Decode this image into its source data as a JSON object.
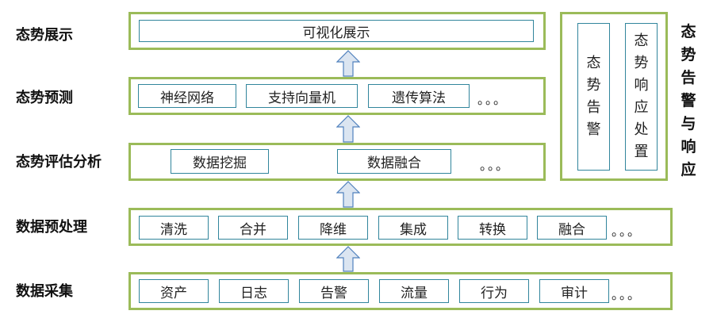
{
  "layers": {
    "display": {
      "label": "态势展示",
      "items": [
        "可视化展示"
      ]
    },
    "predict": {
      "label": "态势预测",
      "items": [
        "神经网络",
        "支持向量机",
        "遗传算法"
      ],
      "more": "。。。"
    },
    "assess": {
      "label": "态势评估分析",
      "items": [
        "数据挖掘",
        "数据融合"
      ],
      "more": "。。。"
    },
    "preprocess": {
      "label": "数据预处理",
      "items": [
        "清洗",
        "合并",
        "降维",
        "集成",
        "转换",
        "融合"
      ],
      "more": "。。。"
    },
    "collect": {
      "label": "数据采集",
      "items": [
        "资产",
        "日志",
        "告警",
        "流量",
        "行为",
        "审计"
      ],
      "more": "。。。"
    }
  },
  "side_panel": {
    "alert_box": "态势告警",
    "response_box": "态势响应处置",
    "label": "态势告警与响应"
  },
  "colors": {
    "layer_border": "#9bbb59",
    "box_border": "#31859c",
    "arrow_fill": "#dbe5f1",
    "arrow_stroke": "#4f81bd"
  }
}
